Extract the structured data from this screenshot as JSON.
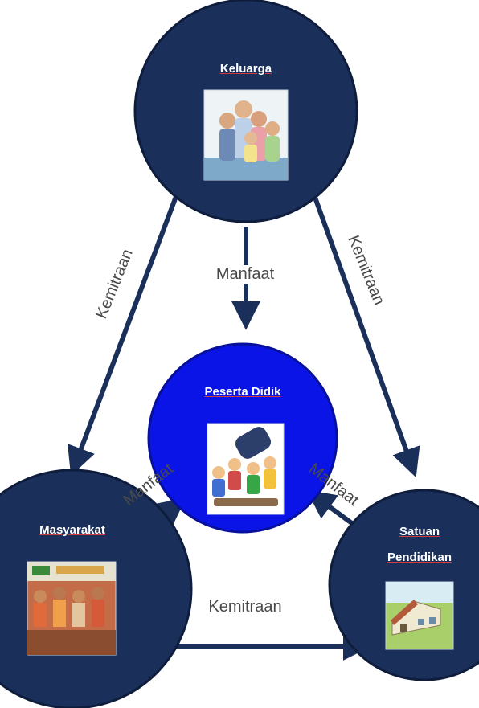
{
  "nodes": {
    "keluarga": {
      "title": "Keluarga",
      "image": "family-photo"
    },
    "peserta": {
      "title": "Peserta Didik",
      "image": "children-cartoon"
    },
    "masyarakat": {
      "title": "Masyarakat",
      "image": "community-photo"
    },
    "satuan": {
      "title_line1": "Satuan",
      "title_line2": "Pendidikan",
      "image": "school-building-picture"
    }
  },
  "edges": {
    "kemitraan_left": "Kemitraan",
    "kemitraan_right": "Kemitraan",
    "kemitraan_bottom": "Kemitraan",
    "manfaat_top": "Manfaat",
    "manfaat_left": "Manfaat",
    "manfaat_right": "Manfaat"
  },
  "colors": {
    "node_dark": "#1b2f5b",
    "node_center": "#0a14e6",
    "arrow": "#1b2f5b"
  }
}
